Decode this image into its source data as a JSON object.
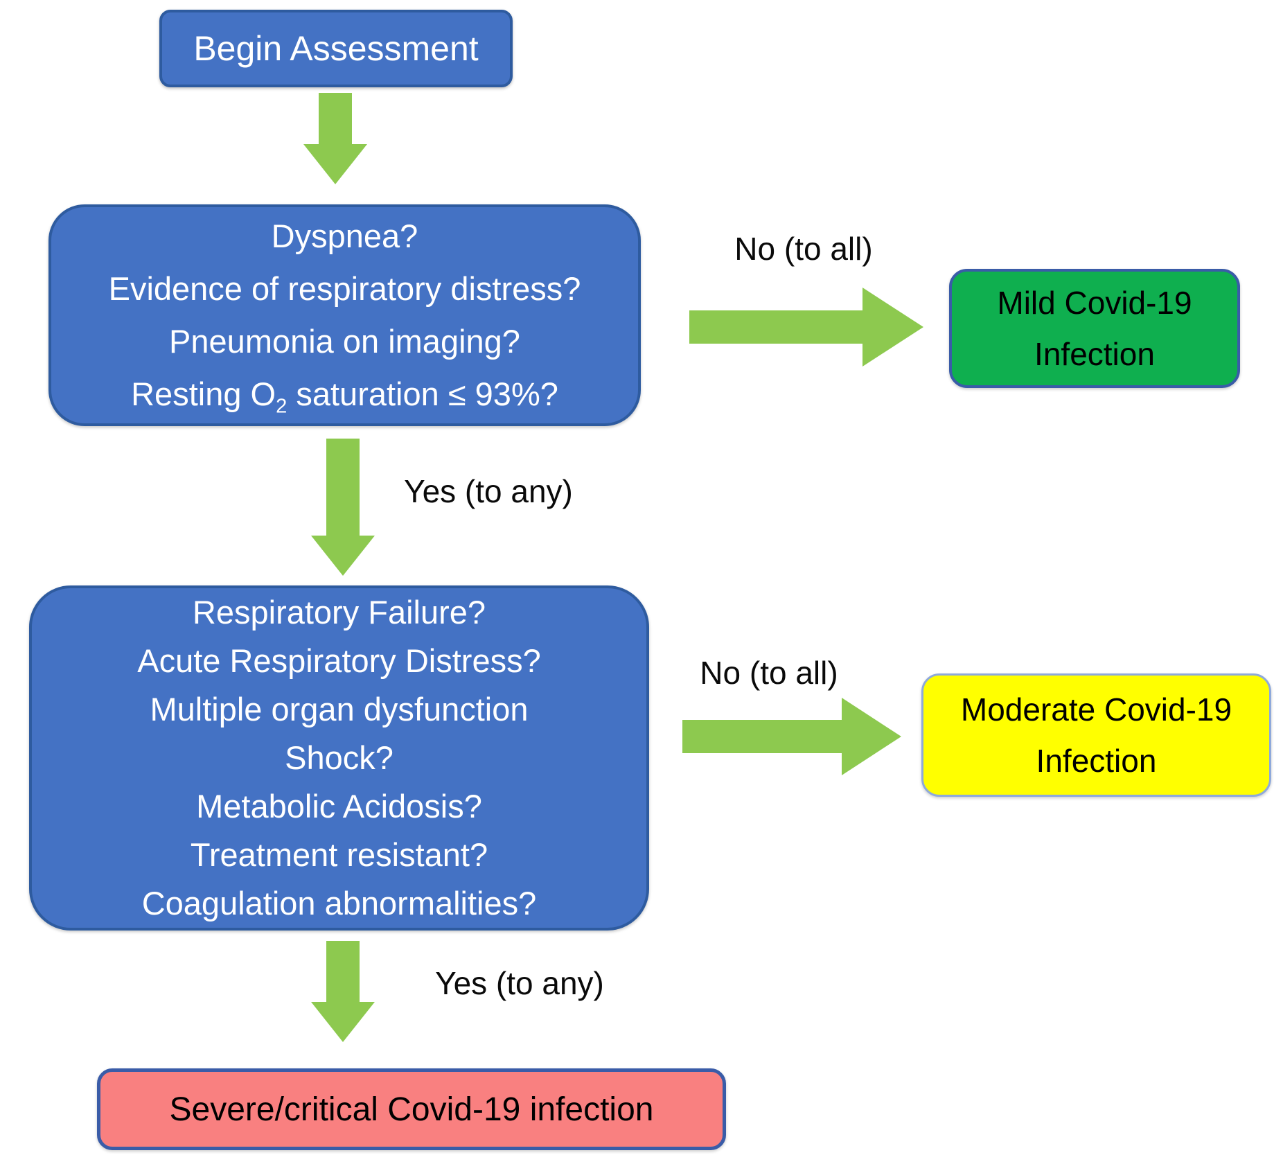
{
  "diagram": {
    "title_hint": "Covid-19 severity assessment flowchart",
    "start": {
      "label": "Begin Assessment"
    },
    "q1": {
      "lines": [
        "Dyspnea?",
        "Evidence of respiratory distress?",
        "Pneumonia on imaging?"
      ],
      "o2_line": {
        "pre": "Resting O",
        "sub": "2",
        "post": " saturation ≤ 93%?"
      }
    },
    "q2": {
      "lines": [
        "Respiratory Failure?",
        "Acute Respiratory Distress?",
        "Multiple organ dysfunction",
        "Shock?",
        "Metabolic Acidosis?",
        "Treatment resistant?",
        "Coagulation abnormalities?"
      ]
    },
    "edges": {
      "no_all_1": "No (to all)",
      "yes_any_1": "Yes (to any)",
      "no_all_2": "No (to all)",
      "yes_any_2": "Yes (to any)"
    },
    "outcomes": {
      "mild": {
        "line1": "Mild Covid-19",
        "line2": "Infection"
      },
      "moderate": {
        "line1": "Moderate Covid-19",
        "line2": "Infection"
      },
      "severe": {
        "label": "Severe/critical Covid-19 infection"
      }
    },
    "colors": {
      "process_blue": "#4472C4",
      "process_border": "#2E5B9F",
      "arrow_green": "#8DC94F",
      "mild_green": "#0FAF4F",
      "moderate_yellow": "#FFFF00",
      "severe_red": "#F98080",
      "outcome_border_dark": "#3A5CA8",
      "outcome_border_light": "#8EA9DB"
    }
  }
}
